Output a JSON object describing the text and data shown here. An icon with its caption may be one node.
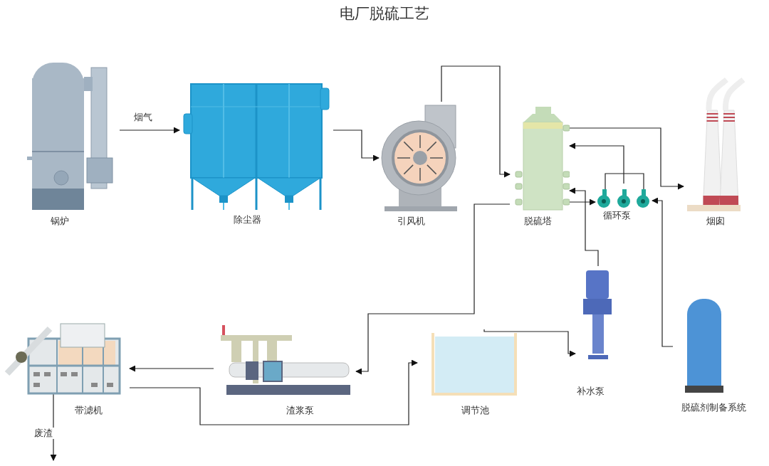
{
  "diagram": {
    "title": "电厂脱硫工艺",
    "nodes": [
      {
        "text": [
          "锅炉"
        ]
      },
      {
        "text": [
          "除尘器"
        ]
      },
      {
        "text": [
          "引风机"
        ]
      },
      {
        "text": [
          "脱硫塔"
        ]
      },
      {
        "text": [
          "循环泵"
        ]
      },
      {
        "text": [
          "烟囱"
        ]
      },
      {
        "text": [
          "补水泵"
        ]
      },
      {
        "text": [
          "脱硫剂制备系统"
        ]
      },
      {
        "text": [
          "调节池"
        ]
      },
      {
        "text": [
          "渣浆泵"
        ]
      },
      {
        "text": [
          "带滤机"
        ]
      }
    ],
    "edges": [
      {
        "from": 0,
        "to": 1,
        "arrow": "to",
        "label": "烟气"
      },
      {
        "from": 1,
        "to": 2,
        "arrow": "to"
      },
      {
        "from": 2,
        "to": 3,
        "arrow": "to"
      },
      {
        "from": 3,
        "to": 5,
        "arrow": "to"
      },
      {
        "from": 4,
        "to": 3,
        "arrow": "to"
      },
      {
        "from": 3,
        "to": 4,
        "arrow": "to"
      },
      {
        "from": 6,
        "to": 3,
        "arrow": "to"
      },
      {
        "from": 7,
        "to": 4,
        "arrow": "to"
      },
      {
        "from": 8,
        "to": 6,
        "arrow": "to"
      },
      {
        "from": 3,
        "to": 9,
        "arrow": "to"
      },
      {
        "from": 9,
        "to": 10,
        "arrow": "to"
      },
      {
        "from": 10,
        "to": 8,
        "arrow": "to"
      },
      {
        "from": 10,
        "to": null,
        "arrow": "to",
        "label": "废渣"
      }
    ]
  }
}
